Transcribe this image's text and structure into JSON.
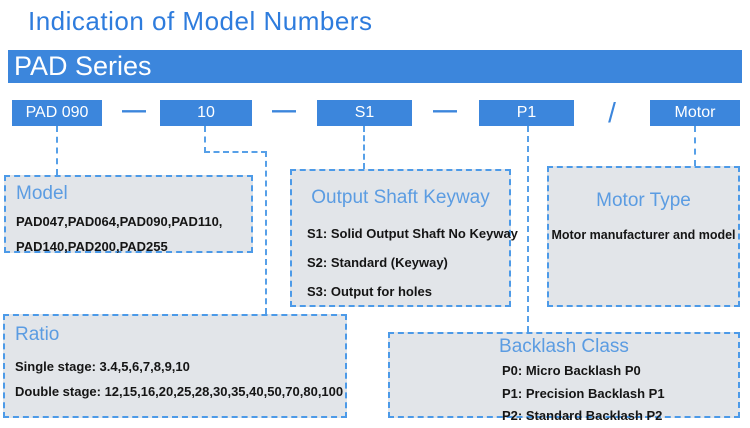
{
  "header": {
    "title": "Indication of Model Numbers",
    "series": "PAD Series"
  },
  "code_row": {
    "segments": [
      {
        "label": "PAD 090"
      },
      {
        "label": "10"
      },
      {
        "label": "S1"
      },
      {
        "label": "P1"
      },
      {
        "label": "Motor"
      }
    ],
    "dash": "—",
    "slash": "/"
  },
  "panels": {
    "model": {
      "title": "Model",
      "lines": [
        "PAD047,PAD064,PAD090,PAD110,",
        "PAD140,PAD200,PAD255"
      ]
    },
    "keyway": {
      "title": "Output Shaft Keyway",
      "lines": [
        "S1: Solid Output Shaft No Keyway",
        "S2: Standard (Keyway)",
        "S3: Output for holes"
      ]
    },
    "motor_type": {
      "title": "Motor Type",
      "lines": [
        "Motor manufacturer and model"
      ]
    },
    "ratio": {
      "title": "Ratio",
      "lines": [
        "Single stage: 3.4,5,6,7,8,9,10",
        "Double stage: 12,15,16,20,25,28,30,35,40,50,70,80,100"
      ]
    },
    "backlash": {
      "title": "Backlash Class",
      "lines": [
        "P0: Micro Backlash P0",
        "P1: Precision Backlash P1",
        "P2: Standard Backlash P2"
      ]
    }
  },
  "colors": {
    "accent_blue": "#3c86dc",
    "heading_blue": "#2e7cdd",
    "panel_title_blue": "#5b9ce2",
    "dashed_line_blue": "#57a0e8",
    "panel_fill": "#e2e5e9",
    "body_text": "#151515"
  }
}
